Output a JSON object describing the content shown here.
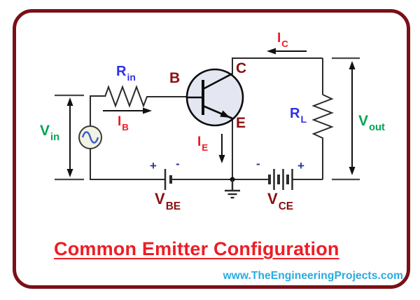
{
  "diagram": {
    "title": "Common Emitter Configuration",
    "website": "www.TheEngineeringProjects.com",
    "labels": {
      "vin": {
        "main": "V",
        "sub": "in"
      },
      "rin": {
        "main": "R",
        "sub": "in"
      },
      "ib": {
        "main": "I",
        "sub": "B"
      },
      "b": "B",
      "c": "C",
      "e": "E",
      "ic": {
        "main": "I",
        "sub": "C"
      },
      "rl": {
        "main": "R",
        "sub": "L"
      },
      "vout": {
        "main": "V",
        "sub": "out"
      },
      "ie": {
        "main": "I",
        "sub": "E"
      },
      "vbe": {
        "main": "V",
        "sub": "BE"
      },
      "vce": {
        "main": "V",
        "sub": "CE"
      },
      "vbe_plus": "+",
      "vbe_minus": "-",
      "vce_minus": "-",
      "vce_plus": "+"
    },
    "colors": {
      "border": "#7a1016",
      "label_maroon": "#8a0f12",
      "label_red": "#f01823",
      "title_red": "#ee1c25",
      "label_blue": "#2f2fe8",
      "label_green": "#00a651",
      "website_blue": "#29abe2",
      "wire": "#2b2b2b",
      "transistor_fill": "#e4e7f1",
      "source_fill": "#f2f3e3",
      "sine_blue": "#3a5fd0",
      "polarity_sign": "#2a3b8f"
    }
  }
}
